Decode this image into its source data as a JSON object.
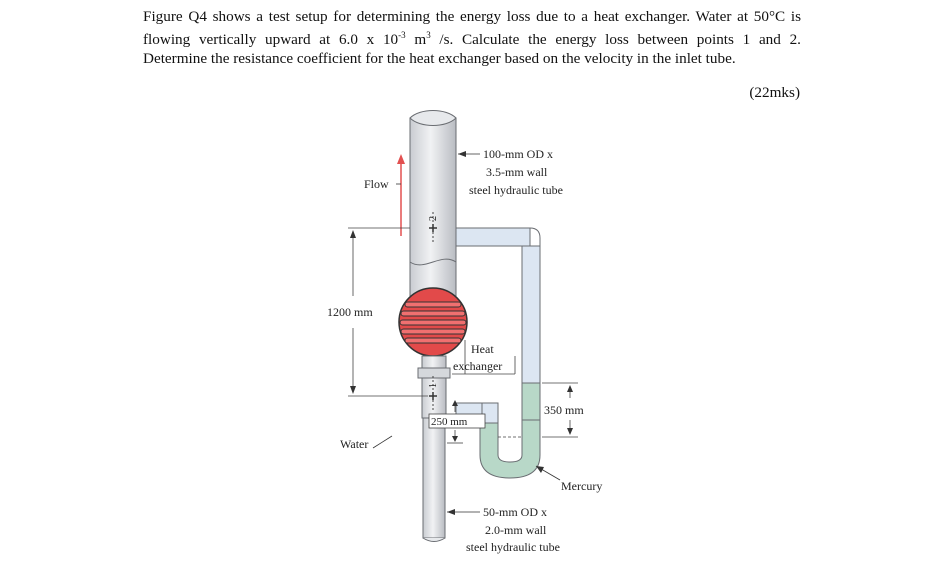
{
  "question": {
    "line1": "Figure Q4 shows a test setup for determining the energy loss due to a heat exchanger. Water at 50°C is",
    "line2_a": "flowing vertically upward at 6.0 x 10",
    "line2_exp1": "-3",
    "line2_b": " m",
    "line2_exp2": "3",
    "line2_c": " /s. Calculate the energy loss between points 1 and 2.",
    "line3": "Determine the resistance coefficient for the heat exchanger based on the velocity in the inlet tube."
  },
  "marks": "(22mks)",
  "figure": {
    "upper_tube_l1": "100-mm OD x",
    "upper_tube_l2": "3.5-mm wall",
    "upper_tube_l3": "steel hydraulic tube",
    "flow": "Flow",
    "point2": "2",
    "point1": "1",
    "height": "1200 mm",
    "heat_l1": "Heat",
    "heat_l2": "exchanger",
    "dim_350": "350 mm",
    "dim_250": "250 mm",
    "water": "Water",
    "mercury": "Mercury",
    "lower_tube_l1": "50-mm OD x",
    "lower_tube_l2": "2.0-mm wall",
    "lower_tube_l3": "steel hydraulic tube",
    "colors": {
      "water": "#dce6f2",
      "mercury": "#b8d8c8",
      "exchanger": "#e24a4a"
    }
  }
}
